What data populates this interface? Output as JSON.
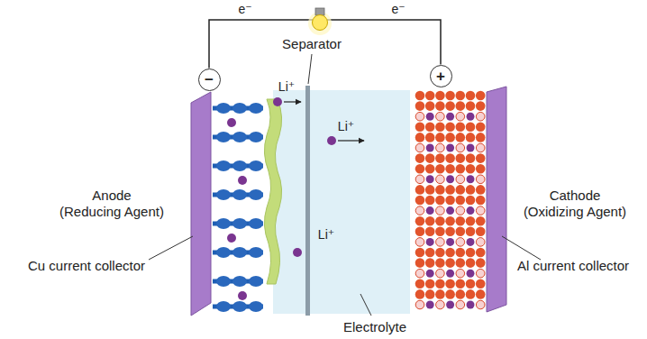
{
  "diagram": {
    "nodes": [
      {
        "text": [
          "−"
        ]
      },
      {
        "text": [
          "+"
        ]
      }
    ],
    "edges": [
      {
        "from": 0,
        "to": 1,
        "arrow": "none"
      }
    ],
    "labels": [
      "e⁻",
      "e⁻",
      "Separator",
      "Li⁺",
      "Li⁺",
      "Li⁺",
      "Anode (Reducing Agent)",
      "Cathode (Oxidizing Agent)",
      "Cu current collector",
      "Al current collector",
      "Electrolyte"
    ]
  }
}
